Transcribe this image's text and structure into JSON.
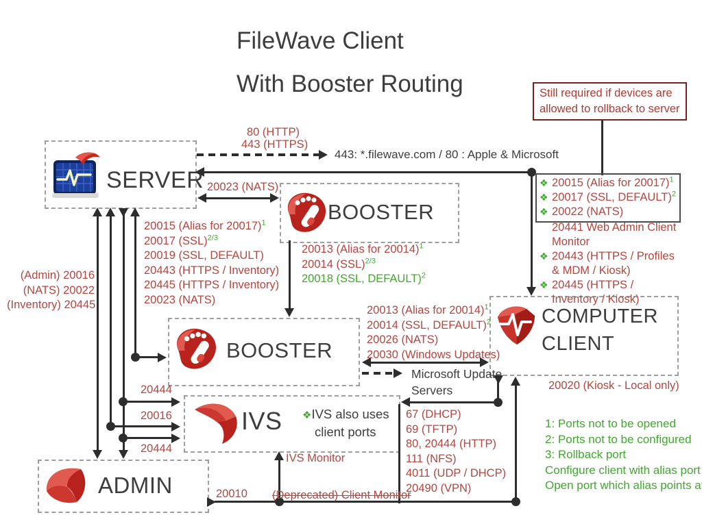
{
  "title": {
    "line1": "FileWave Client",
    "line2": "With Booster Routing"
  },
  "note_box": {
    "line1": "Still required if devices are",
    "line2": "allowed to rollback to server"
  },
  "nodes": {
    "server": "SERVER",
    "booster1": "BOOSTER",
    "booster2": "BOOSTER",
    "ivs": "IVS",
    "admin": "ADMIN",
    "client_line1": "COMPUTER",
    "client_line2": "CLIENT"
  },
  "arrows": {
    "http_label_1": "80 (HTTP)",
    "http_label_2": "443 (HTTPS)",
    "external_text": "443: *.filewave.com / 80 : Apple & Microsoft",
    "nats_label": "20023 (NATS)",
    "ms_update_line1": "Microsoft Update",
    "ms_update_line2": "Servers",
    "label_20444_top": "20444",
    "label_20016": "20016",
    "label_20444_bottom": "20444",
    "label_20010": "20010",
    "ivs_monitor": "IVS Monitor",
    "deprecated_monitor": "(Deprecated) Client Monitor",
    "kiosk_label": "20020 (Kiosk - Local only)"
  },
  "left_labels": [
    "(Admin) 20016",
    "(NATS) 20022",
    "(Inventory) 20445"
  ],
  "server_ports": [
    {
      "text": "20015 (Alias for 20017)",
      "sup": "1"
    },
    {
      "text": "20017 (SSL)",
      "sup": "2/3"
    },
    {
      "text": "20019 (SSL, DEFAULT)",
      "sup": ""
    },
    {
      "text": "20443 (HTTPS / Inventory)",
      "sup": ""
    },
    {
      "text": "20445 (HTTPS / Inventory)",
      "sup": ""
    },
    {
      "text": "20023 (NATS)",
      "sup": ""
    }
  ],
  "booster1_ports": [
    {
      "text": "20013 (Alias for 20014)",
      "sup": "1"
    },
    {
      "text": "20014 (SSL)",
      "sup": "2/3"
    },
    {
      "text": "20018 (SSL, DEFAULT)",
      "sup": "2"
    }
  ],
  "mid_ports": [
    {
      "text": "20013 (Alias for 20014)",
      "sup": "1"
    },
    {
      "text": "20014 (SSL, DEFAULT)",
      "sup": "2"
    },
    {
      "text": "20026 (NATS)",
      "sup": ""
    },
    {
      "text": "20030 (Windows Updates)",
      "sup": ""
    }
  ],
  "client_ports": {
    "bullet_glyph": "❖",
    "items": [
      {
        "text": "20015 (Alias for 20017)",
        "sup": "1"
      },
      {
        "text": "20017 (SSL, DEFAULT)",
        "sup": "2"
      },
      {
        "text": "20022 (NATS)",
        "sup": ""
      },
      {
        "text": "20441 Web Admin Client Monitor",
        "sup": ""
      },
      {
        "text": "20443 (HTTPS / Profiles & MDM / Kiosk)",
        "sup": ""
      },
      {
        "text": "20445 (HTTPS / Inventory / Kiosk)",
        "sup": ""
      }
    ]
  },
  "ivs_service_ports": [
    "67 (DHCP)",
    "69 (TFTP)",
    "80, 20444 (HTTP)",
    "111 (NFS)",
    "4011 (UDP / DHCP)",
    "20490 (VPN)"
  ],
  "ivs_note": {
    "bullet_glyph": "❖",
    "line1": "IVS also uses",
    "line2": "client ports"
  },
  "legend": [
    "1: Ports not to be opened",
    "2: Ports not to be configured",
    "3: Rollback port",
    "Configure client with alias port",
    "Open port which alias points at."
  ],
  "colors": {
    "red": "#b4453f",
    "green": "#3fa82d",
    "dark": "#3d3d3d"
  }
}
